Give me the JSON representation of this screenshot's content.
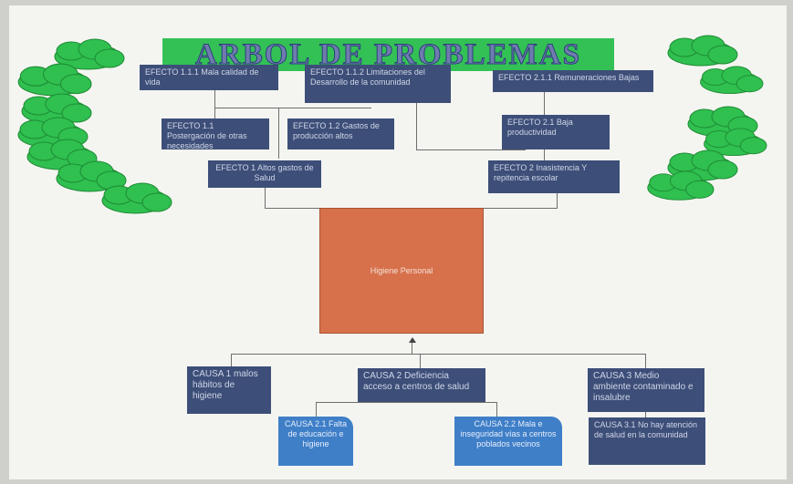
{
  "title": "ARBOL DE PROBLEMAS",
  "core_problem": "Higiene Personal",
  "effects": {
    "e111": "EFECTO 1.1.1 Mala calidad de vida",
    "e112": "EFECTO 1.1.2 Limitaciones del Desarrollo de la comunidad",
    "e211": "EFECTO 2.1.1 Remuneraciones Bajas",
    "e11": "EFECTO 1.1 Postergación de otras necesidades",
    "e12": "EFECTO 1.2 Gastos de producción altos",
    "e21": "EFECTO 2.1 Baja productividad",
    "e1": "EFECTO 1 Altos gastos de Salud",
    "e2": "EFECTO 2 Inasistencia Y repitencia escolar"
  },
  "causes": {
    "c1": "CAUSA 1 malos hábitos de higiene",
    "c2": "CAUSA 2 Deficiencia acceso a centros de salud",
    "c3": "CAUSA 3 Medio ambiente contaminado e insalubre",
    "c21": "CAUSA 2.1 Falta de educación e higiene",
    "c22": "CAUSA 2.2 Mala e inseguridad vías a centros poblados vecinos",
    "c31": "CAUSA 3.1 No hay atención de salud en la comunidad"
  },
  "colors": {
    "banner": "#33c155",
    "effect_box": "#3d4e78",
    "cause_sub_box": "#3f7fc8",
    "core_box": "#d6714c",
    "foliage": "#2fc04f"
  },
  "decorations": {
    "foliage_icon": "cloud-shaped tree foliage"
  }
}
